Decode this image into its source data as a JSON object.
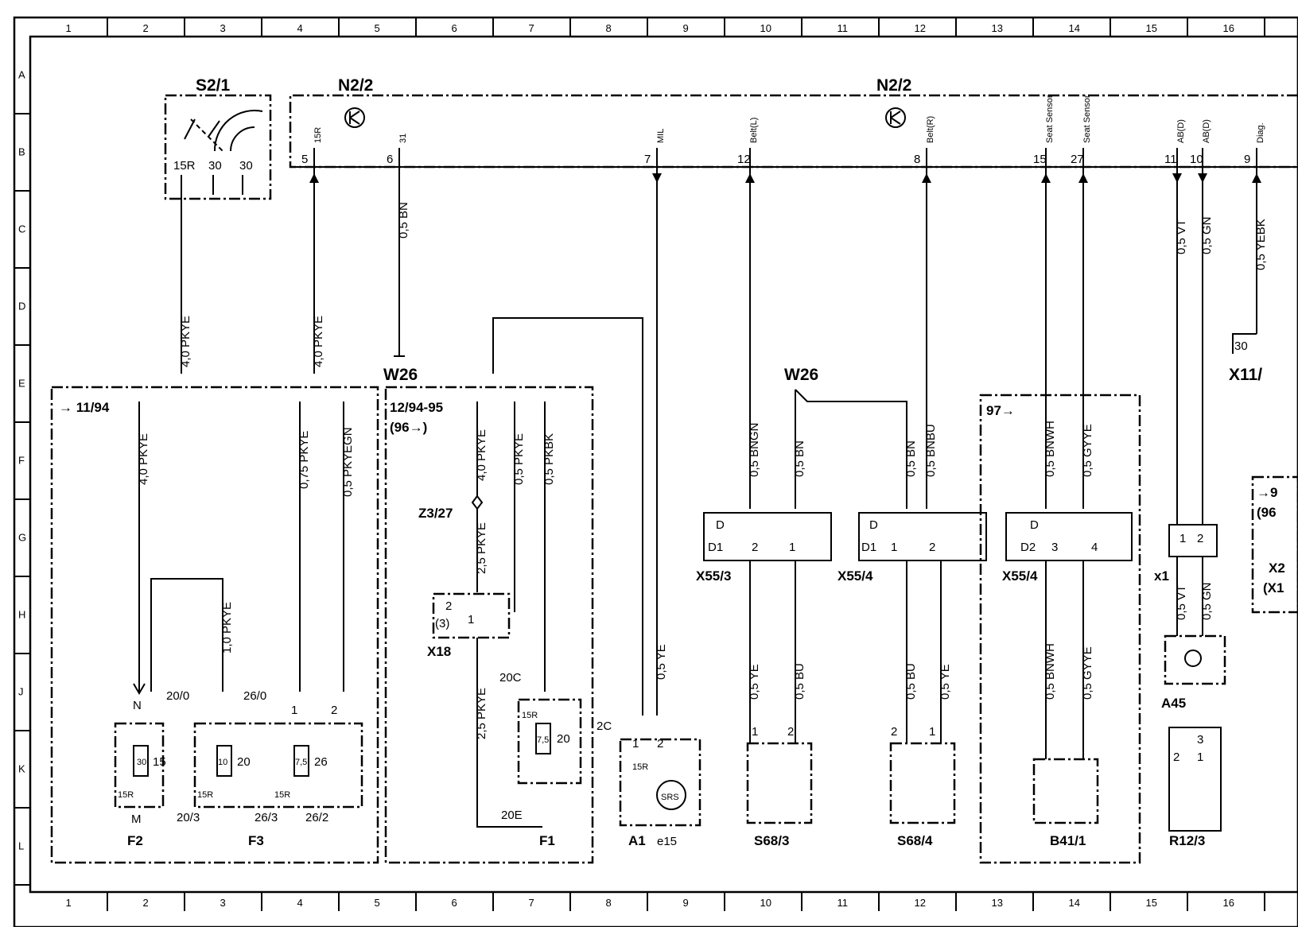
{
  "ruler": {
    "columns": [
      "1",
      "2",
      "3",
      "4",
      "5",
      "6",
      "7",
      "8",
      "9",
      "10",
      "11",
      "12",
      "13",
      "14",
      "15",
      "16"
    ],
    "rows": [
      "A",
      "B",
      "C",
      "D",
      "E",
      "F",
      "G",
      "H",
      "J",
      "K",
      "L"
    ]
  },
  "components": {
    "s2_1": "S2/1",
    "n2_2_left": "N2/2",
    "n2_2_right": "N2/2",
    "w26_left": "W26",
    "w26_right": "W26",
    "z3_27": "Z3/27",
    "x18": "X18",
    "f2": "F2",
    "f3": "F3",
    "f1": "F1",
    "a1": "A1",
    "a1_sub": "e15",
    "x55_3": "X55/3",
    "x55_4_a": "X55/4",
    "x55_4_b": "X55/4",
    "s68_3": "S68/3",
    "s68_4": "S68/4",
    "b41_1": "B41/1",
    "a45": "A45",
    "r12_3": "R12/3",
    "x1": "x1",
    "x11": "X11/",
    "x2_cut": "X2",
    "x2_cut2": "(X1"
  },
  "n2_2_pins": [
    {
      "label": "15R",
      "num": "5"
    },
    {
      "label": "31",
      "num": "6"
    },
    {
      "label": "MIL",
      "num": "7"
    },
    {
      "label": "Belt(L)",
      "num": "12"
    },
    {
      "label": "Belt(R)",
      "num": "8"
    },
    {
      "label": "Seat Sensor",
      "num": "15"
    },
    {
      "label": "Seat Sensor",
      "num": "27"
    },
    {
      "label": "AB(D)",
      "num": "11"
    },
    {
      "label": "AB(D)",
      "num": "10"
    },
    {
      "label": "Diag.",
      "num": "9"
    }
  ],
  "wires": {
    "w_s2_pkye": "4,0 PKYE",
    "w_5_pkye": "4,0 PKYE",
    "w_6_bn": "0,5 BN",
    "w_7_ye": "0,5 YE",
    "w_12_bngn": "0,5 BNGN",
    "w_12_bn": "0,5 BN",
    "w_8_bn": "0,5 BN",
    "w_8_bnbu": "0,5 BNBU",
    "w_15_bnwh": "0,5 BNWH",
    "w_27_gyye": "0,5 GYYE",
    "w_11_vt": "0,5 VT",
    "w_10_gn": "0,5 GN",
    "w_9_yebk": "0,5 YEBK",
    "w_f2_pkye": "4,0 PKYE",
    "w_f3_075": "0,75 PKYE",
    "w_f3_pkyegn": "0,5 PKYEGN",
    "w_f3_10": "1,0 PKYE",
    "w_f1_40": "4,0 PKYE",
    "w_f1_05pkye": "0,5 PKYE",
    "w_f1_pkbk": "0,5 PKBK",
    "w_z3_25": "2,5 PKYE",
    "w_x18_25": "2,5 PKYE",
    "w_s683_ye": "0,5 YE",
    "w_s683_bu": "0,5 BU",
    "w_s684_bu": "0,5 BU",
    "w_s684_ye": "0,5 YE",
    "w_b41_bnwh": "0,5 BNWH",
    "w_b41_gyye": "0,5 GYYE",
    "w_x1_vt": "0,5 VT",
    "w_x1_gn": "0,5 GN",
    "w_w26_bngn": "0,5 BNGN",
    "w_w26_bn": "0,5 BN",
    "w_w26r_bn": "0,5 BN",
    "w_w26r_bnbu": "0,5 BNBU",
    "w_97_bnwh": "0,5 BNWH",
    "w_97_gyye": "0,5 GYYE"
  },
  "notes": {
    "box_1194": "→ 11/94",
    "box_1294": "12/94-95",
    "box_96": "(96→)",
    "box_97": "97→",
    "box_cut_right": "→9",
    "box_cut_right2": "(96"
  },
  "terminals": {
    "s2_15r": "15R",
    "s2_30a": "30",
    "s2_30b": "30",
    "f2_n": "N",
    "f2_m": "M",
    "f2_15r": "15R",
    "f2_30": "30",
    "f2_15": "15",
    "f3_200": "20/0",
    "f3_260": "26/0",
    "f3_203": "20/3",
    "f3_263": "26/3",
    "f3_262": "26/2",
    "f3_10": "10",
    "f3_20": "20",
    "f3_75": "7,5",
    "f3_26": "26",
    "f3_15r_a": "15R",
    "f3_15r_b": "15R",
    "f3_1": "1",
    "f3_2": "2",
    "f1_20c": "20C",
    "f1_20e": "20E",
    "f1_15r": "15R",
    "f1_75": "7,5",
    "f1_20": "20",
    "x18_2": "2",
    "x18_3": "(3)",
    "x18_1": "1",
    "a1_2c": "2C",
    "a1_1": "1",
    "a1_2": "2",
    "a1_15r": "15R",
    "a1_srs": "SRS",
    "x553_d": "D",
    "x553_d1": "D1",
    "x553_2": "2",
    "x553_1": "1",
    "x554_d": "D",
    "x554_d1": "D1",
    "x554_1": "1",
    "x554_2": "2",
    "x554b_d": "D",
    "x554b_d2": "D2",
    "x554b_3": "3",
    "x554b_4": "4",
    "s683_1": "1",
    "s683_2": "2",
    "s684_2": "2",
    "s684_1": "1",
    "x1_1": "1",
    "x1_2": "2",
    "r12_2": "2",
    "r12_3": "3",
    "r12_1": "1",
    "x11_30": "30"
  }
}
